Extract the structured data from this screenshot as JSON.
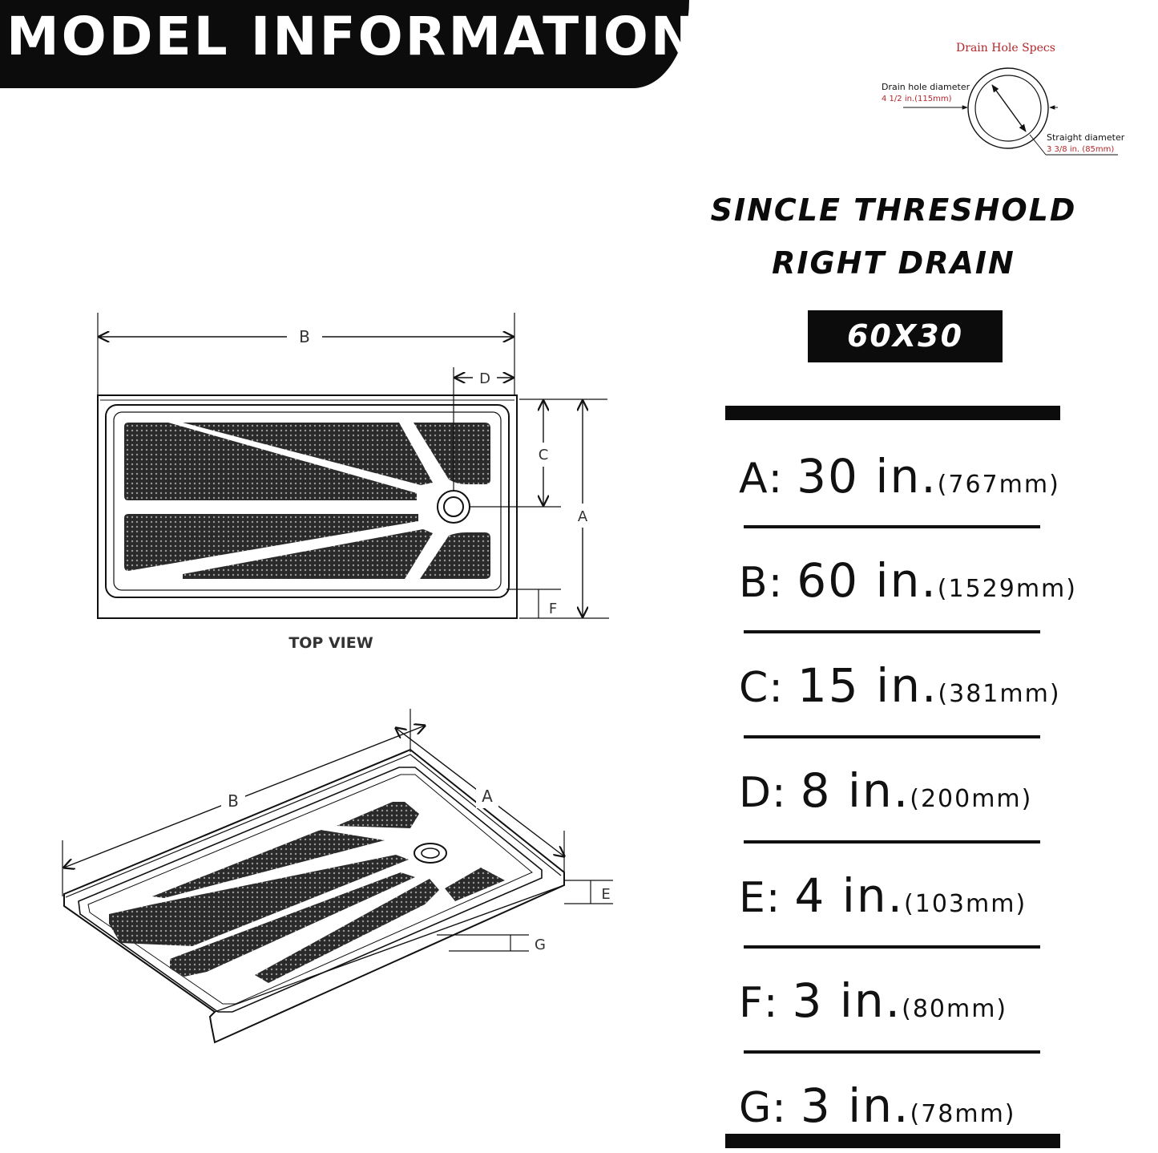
{
  "header": {
    "title": "MODEL INFORMATION"
  },
  "drain_specs": {
    "title": "Drain Hole Specs",
    "hole_label": "Drain hole diameter",
    "hole_value": "4 1/2 in.(115mm)",
    "straight_label": "Straight diameter",
    "straight_value": "3 3/8 in. (85mm)"
  },
  "top_view": {
    "caption": "TOP VIEW",
    "labels": {
      "a": "A",
      "b": "B",
      "c": "C",
      "d": "D",
      "f": "F"
    }
  },
  "iso_view": {
    "labels": {
      "a": "A",
      "b": "B",
      "e": "E",
      "g": "G"
    }
  },
  "model": {
    "line1": "SINCLE THRESHOLD",
    "line2": "RIGHT DRAIN",
    "size": "60X30"
  },
  "specs": [
    {
      "letter": "A",
      "inches": "30 in.",
      "mm": "(767mm)"
    },
    {
      "letter": "B",
      "inches": "60 in.",
      "mm": "(1529mm)"
    },
    {
      "letter": "C",
      "inches": "15 in.",
      "mm": "(381mm)"
    },
    {
      "letter": "D",
      "inches": "8 in.",
      "mm": "(200mm)"
    },
    {
      "letter": "E",
      "inches": "4 in.",
      "mm": "(103mm)"
    },
    {
      "letter": "F",
      "inches": "3 in.",
      "mm": "(80mm)"
    },
    {
      "letter": "G",
      "inches": "3 in.",
      "mm": "(78mm)"
    }
  ],
  "colors": {
    "accent_red": "#b3262a",
    "ink": "#111111",
    "banner": "#0c0c0c"
  }
}
